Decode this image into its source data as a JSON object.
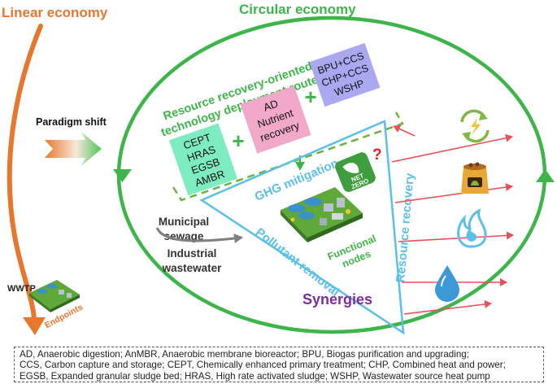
{
  "titles": {
    "linear": "Linear economy",
    "circular": "Circular economy",
    "paradigm_shift": "Paradigm shift"
  },
  "routes": {
    "heading_line1": "Resource recovery-oriented",
    "heading_line2": "technology deployment routes",
    "box_green": [
      "CEPT",
      "HRAS",
      "EGSB",
      "AMBR"
    ],
    "box_pink": [
      "AD",
      "Nutrient",
      "recovery"
    ],
    "box_purple": [
      "BPU+CCS",
      "CHP+CCS",
      "WSHP"
    ],
    "plus": "+"
  },
  "triangle": {
    "top": "GHG mitigation",
    "right": "Resource recovery",
    "left": "Pollutant removal",
    "functional_nodes_line1": "Functional",
    "functional_nodes_line2": "nodes",
    "synergies": "Synergies",
    "question_mark": "?",
    "net_zero_line1": "NET",
    "net_zero_line2": "ZERO"
  },
  "inputs": {
    "municipal_line1": "Municipal",
    "municipal_line2": "sewage",
    "industrial_line1": "Industrial",
    "industrial_line2": "wastewater"
  },
  "wwtp": {
    "label": "WWTP",
    "endpoints": "Endpoints"
  },
  "resource_icons": [
    "renewable-energy-icon",
    "fertilizer-bag-icon",
    "flame-icon",
    "water-drop-icon"
  ],
  "abbreviations": [
    "AD, Anaerobic digestion; AnMBR, Anaerobic membrane bioreactor; BPU, Biogas purification and upgrading;",
    "CCS, Carbon capture and storage; CEPT, Chemically enhanced primary treatment; CHP, Combined heat and power;",
    "EGSB, Expanded granular sludge bed; HRAS, High rate activated sludge; WSHP, Wastewater source heat pump"
  ],
  "colors": {
    "linear_orange": "#E8772E",
    "circular_green": "#3DB54A",
    "triangle_blue": "#5BC0E8",
    "synergies_purple": "#7A2E9E",
    "arrow_red": "#E8505B",
    "box_green": "#7DECC0",
    "box_pink": "#F2A8C8",
    "box_purple": "#AAA8F0"
  }
}
